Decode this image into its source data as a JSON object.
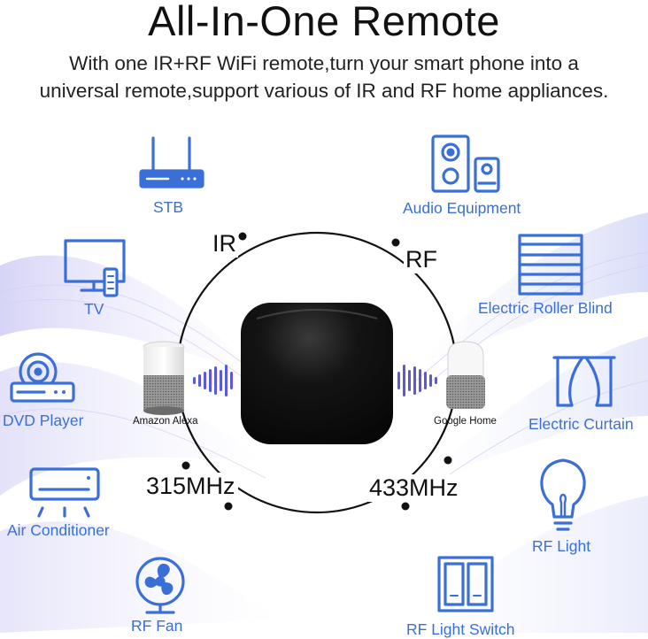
{
  "header": {
    "title": "All-In-One Remote",
    "subtitle_line1": "With one IR+RF WiFi remote,turn your smart phone into a",
    "subtitle_line2": "universal remote,support various of IR and RF home appliances."
  },
  "protocols": {
    "ir": "IR",
    "rf": "RF",
    "freq_left": "315MHz",
    "freq_right": "433MHz"
  },
  "hub": {
    "speaker_left": "Amazon Alexa",
    "speaker_right": "Google Home"
  },
  "ir_devices": [
    {
      "label": "STB",
      "icon": "set-top-box-icon"
    },
    {
      "label": "TV",
      "icon": "tv-icon"
    },
    {
      "label": "DVD Player",
      "icon": "dvd-player-icon"
    },
    {
      "label": "Air Conditioner",
      "icon": "air-conditioner-icon"
    },
    {
      "label": "RF Fan",
      "icon": "fan-icon"
    }
  ],
  "rf_devices": [
    {
      "label": "Audio Equipment",
      "icon": "speaker-icon"
    },
    {
      "label": "Electric Roller Blind",
      "icon": "roller-blind-icon"
    },
    {
      "label": "Electric Curtain",
      "icon": "curtain-icon"
    },
    {
      "label": "RF Light",
      "icon": "light-bulb-icon"
    },
    {
      "label": "RF Light Switch",
      "icon": "light-switch-icon"
    }
  ],
  "colors": {
    "accent": "#3a6fd8",
    "text": "#111111",
    "device": "#0b0b0b",
    "wave_start": "#2f6fe0",
    "wave_end": "#8c3fd8"
  }
}
